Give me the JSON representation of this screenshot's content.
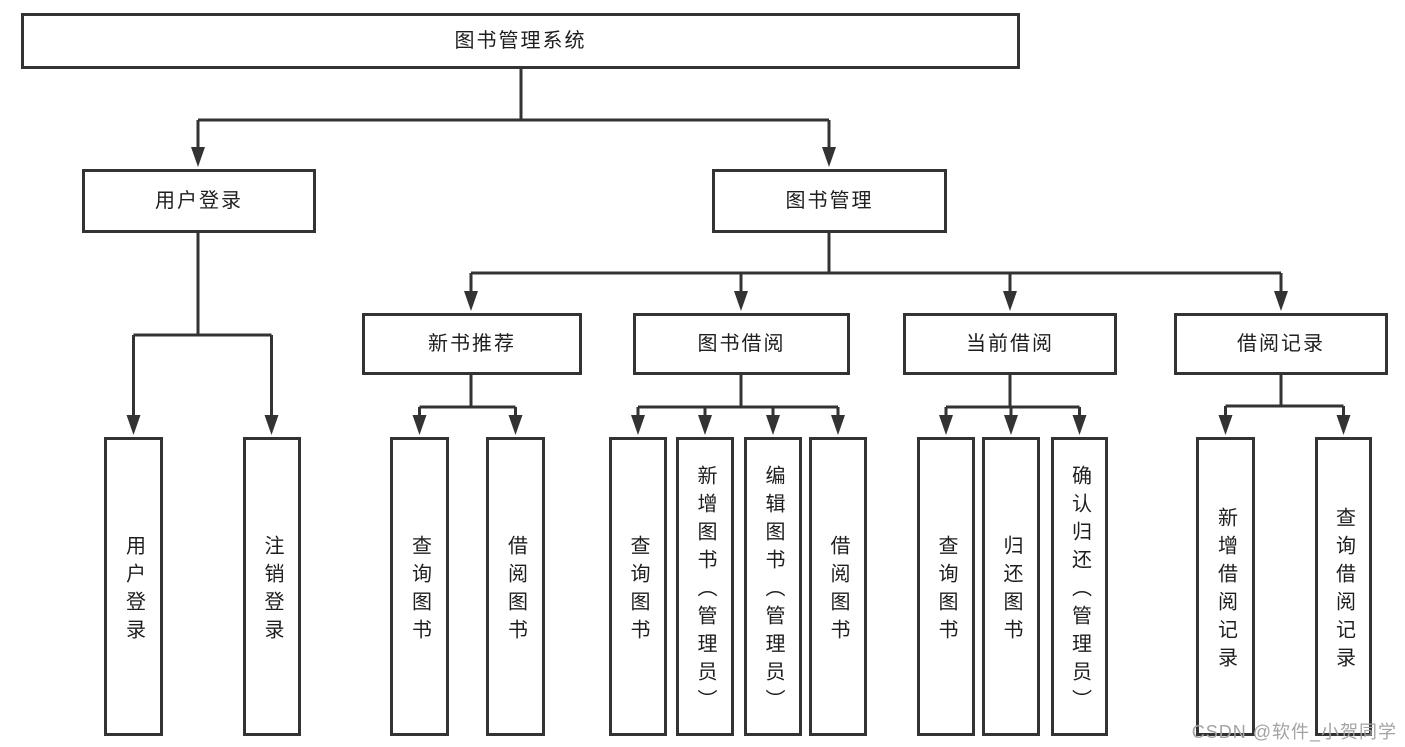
{
  "diagram": {
    "type": "hierarchy-structure-chart",
    "colors": {
      "line": "#333333",
      "node_border": "#333333",
      "node_text": "#1e1e1e",
      "background": "#ffffff",
      "watermark_text": "#a3a3a3"
    },
    "tree": {
      "label": "图书管理系统",
      "children": [
        {
          "label": "用户登录",
          "children": [
            {
              "label": "用户登录"
            },
            {
              "label": "注销登录"
            }
          ]
        },
        {
          "label": "图书管理",
          "children": [
            {
              "label": "新书推荐",
              "children": [
                {
                  "label": "查询图书"
                },
                {
                  "label": "借阅图书"
                }
              ]
            },
            {
              "label": "图书借阅",
              "children": [
                {
                  "label": "查询图书"
                },
                {
                  "label": "新增图书（管理员）"
                },
                {
                  "label": "编辑图书（管理员）"
                },
                {
                  "label": "借阅图书"
                }
              ]
            },
            {
              "label": "当前借阅",
              "children": [
                {
                  "label": "查询图书"
                },
                {
                  "label": "归还图书"
                },
                {
                  "label": "确认归还（管理员）"
                }
              ]
            },
            {
              "label": "借阅记录",
              "children": [
                {
                  "label": "新增借阅记录"
                },
                {
                  "label": "查询借阅记录"
                }
              ]
            }
          ]
        }
      ]
    },
    "watermark": "CSDN @软件_小贺同学"
  }
}
